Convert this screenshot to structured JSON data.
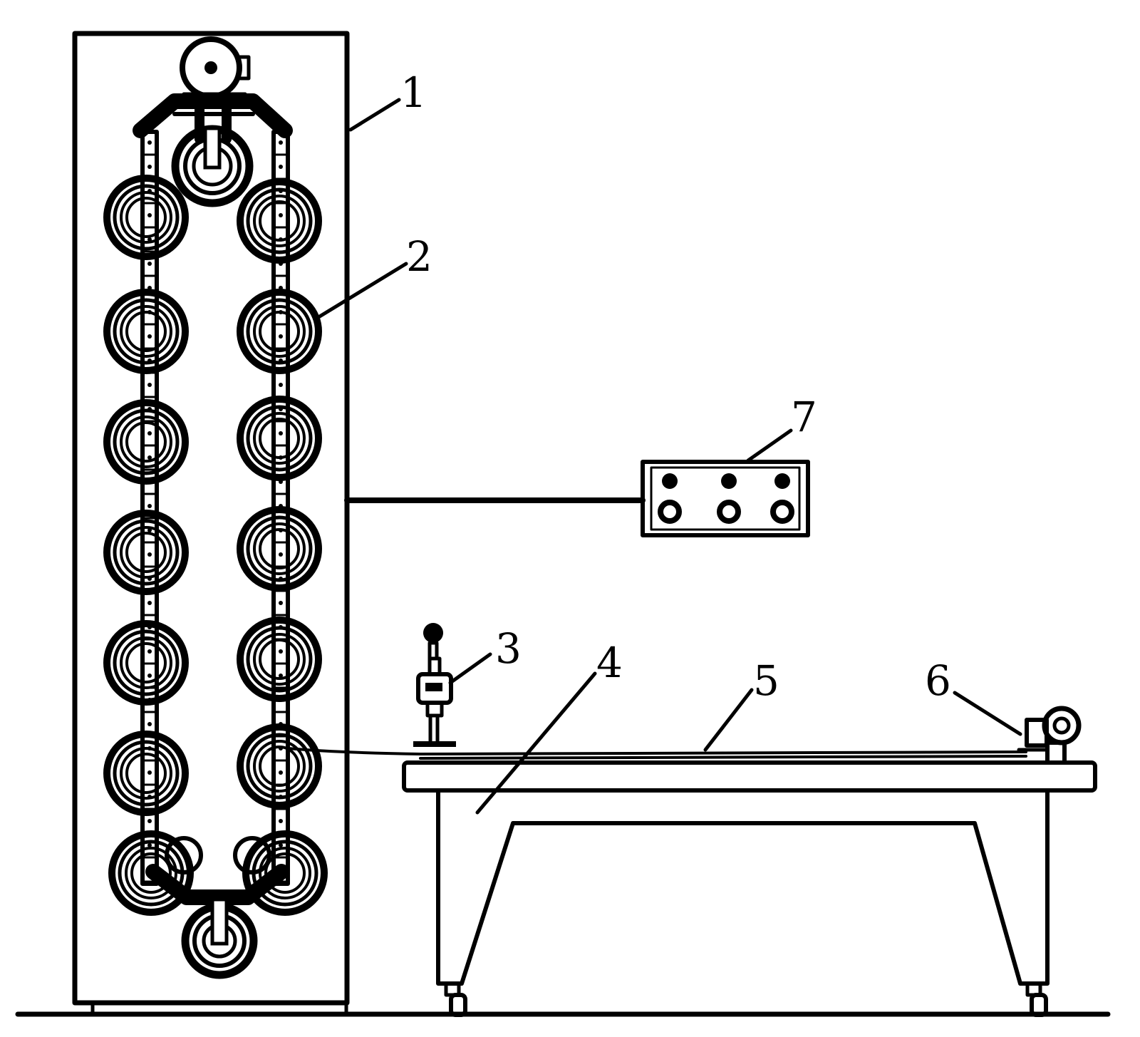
{
  "figure": {
    "callouts": [
      {
        "id": "1",
        "text": "1",
        "name": "spool-cabinet"
      },
      {
        "id": "2",
        "text": "2",
        "name": "wire-spool-chain"
      },
      {
        "id": "3",
        "text": "3",
        "name": "tension-gauge"
      },
      {
        "id": "4",
        "text": "4",
        "name": "work-table"
      },
      {
        "id": "5",
        "text": "5",
        "name": "wire-strand"
      },
      {
        "id": "6",
        "text": "6",
        "name": "take-up-winder"
      },
      {
        "id": "7",
        "text": "7",
        "name": "control-panel"
      }
    ]
  },
  "colors": {
    "line": "#000000",
    "background": "#ffffff"
  }
}
